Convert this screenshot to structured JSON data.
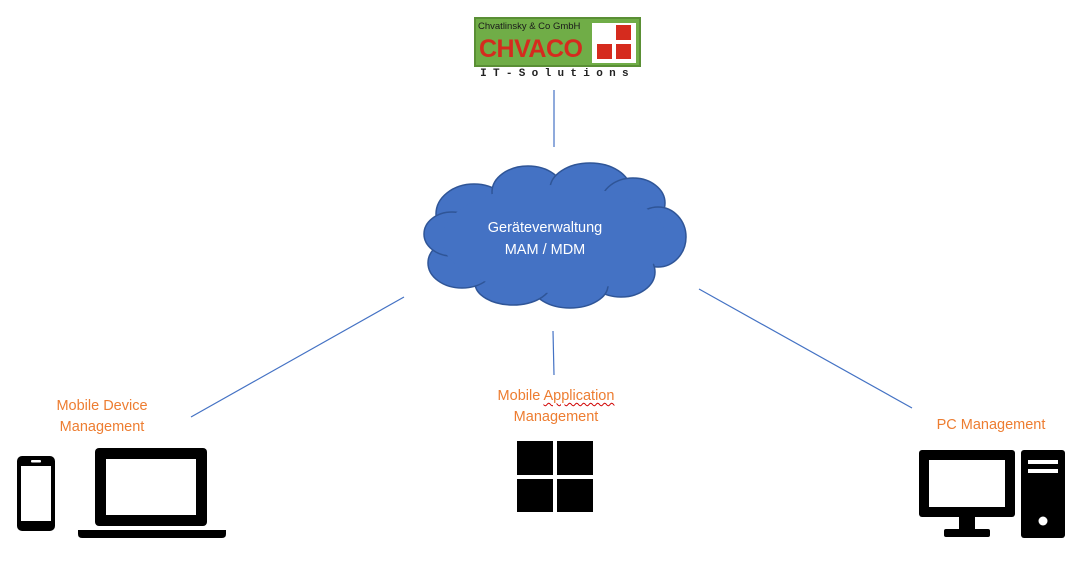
{
  "logo": {
    "company": "Chvatlinsky & Co GmbH",
    "brand": "CHVACO",
    "tagline": "IT-Solutions",
    "brand_color": "#d52b1e",
    "background_color": "#70ad47"
  },
  "cloud": {
    "line1": "Geräteverwaltung",
    "line2": "MAM / MDM",
    "fill_color": "#4472c4"
  },
  "branches": {
    "mdm": {
      "line1": "Mobile Device",
      "line2": "Management",
      "icons": [
        "smartphone-icon",
        "laptop-icon"
      ]
    },
    "mam": {
      "line1_a": "Mobile ",
      "line1_b": "Application",
      "line2": "Management",
      "icons": [
        "windows-icon"
      ]
    },
    "pc": {
      "line1": "PC Management",
      "icons": [
        "desktop-computer-icon"
      ]
    }
  },
  "colors": {
    "connector": "#4472c4",
    "label": "#ed7d31",
    "icon": "#000000"
  }
}
